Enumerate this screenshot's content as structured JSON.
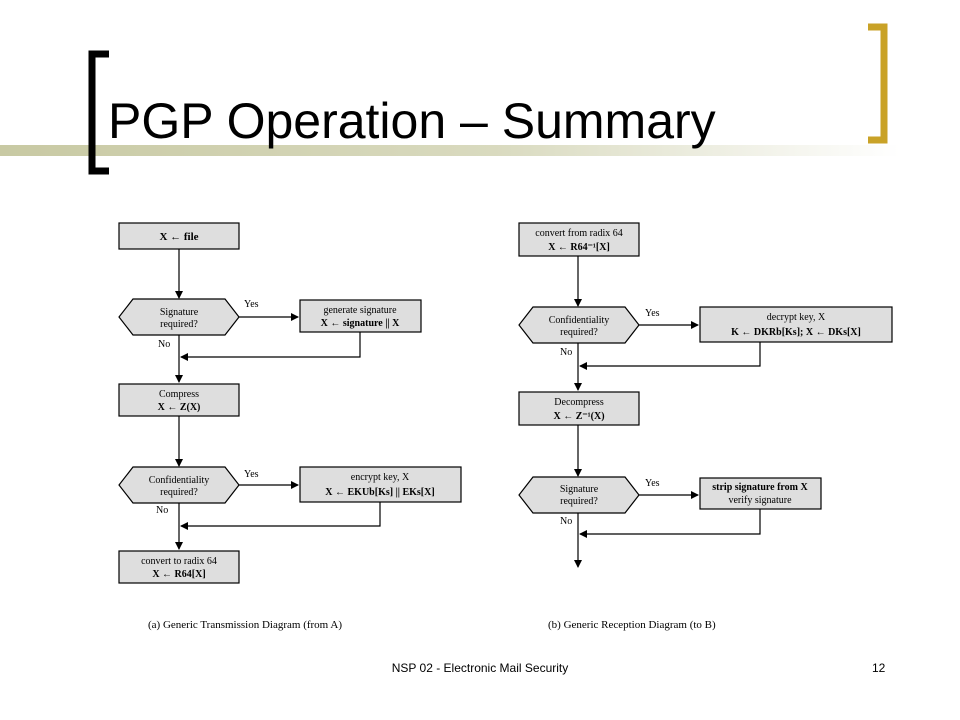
{
  "slide": {
    "title": "PGP Operation – Summary",
    "footer": "NSP 02 - Electronic Mail Security",
    "page_number": "12",
    "accent_color": "#c9a227",
    "underline_color": "#c8c9a3"
  },
  "transmission": {
    "step1": "X ← file",
    "decision1_l1": "Signature",
    "decision1_l2": "required?",
    "yes1": "Yes",
    "no1": "No",
    "sign_l1": "generate signature",
    "sign_l2": "X ← signature || X",
    "compress_l1": "Compress",
    "compress_l2": "X ← Z(X)",
    "decision2_l1": "Confidentiality",
    "decision2_l2": "required?",
    "yes2": "Yes",
    "no2": "No",
    "encrypt_l1": "encrypt key, X",
    "encrypt_l2": "X ← EKUb[Ks] || EKs[X]",
    "radix_l1": "convert to radix 64",
    "radix_l2": "X ← R64[X]",
    "caption": "(a) Generic Transmission Diagram (from A)"
  },
  "reception": {
    "step1_l1": "convert from radix 64",
    "step1_l2": "X ← R64⁻¹[X]",
    "decision1_l1": "Confidentiality",
    "decision1_l2": "required?",
    "yes1": "Yes",
    "no1": "No",
    "decrypt_l1": "decrypt key, X",
    "decrypt_l2": "K ← DKRb[Ks]; X ← DKs[X]",
    "decompress_l1": "Decompress",
    "decompress_l2": "X ← Z⁻¹(X)",
    "decision2_l1": "Signature",
    "decision2_l2": "required?",
    "yes2": "Yes",
    "no2": "No",
    "strip_l1": "strip signature from X",
    "strip_l2": "verify signature",
    "caption": "(b) Generic Reception Diagram (to B)"
  }
}
